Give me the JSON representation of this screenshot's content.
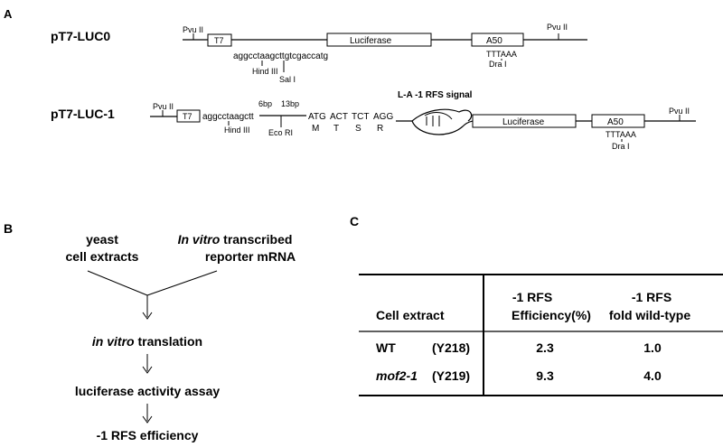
{
  "panel_a": {
    "label": "A",
    "luc0": {
      "name": "pT7-LUC0",
      "pvu_left": "Pvu II",
      "t7": "T7",
      "luciferase": "Luciferase",
      "a50": "A50",
      "pvu_right": "Pvu II",
      "seq": "aggcctaagcttgtcgaccatg",
      "hind": "Hind III",
      "sal": "Sal I",
      "ttt": "TTTAAA",
      "dra": "Dra I"
    },
    "luc1": {
      "name": "pT7-LUC-1",
      "pvu_left": "Pvu II",
      "t7": "T7",
      "seq": "aggcctaagctt",
      "hind": "Hind III",
      "bp6": "6bp",
      "bp13": "13bp",
      "eco": "Eco RI",
      "codons": [
        "ATG",
        "ACT",
        "TCT",
        "AGG"
      ],
      "aminos": [
        "M",
        "T",
        "S",
        "R"
      ],
      "signal": "L-A -1 RFS signal",
      "luciferase": "Luciferase",
      "a50": "A50",
      "pvu_right": "Pvu II",
      "ttt": "TTTAAA",
      "dra": "Dra I"
    }
  },
  "panel_b": {
    "label": "B",
    "yeast": [
      "yeast",
      "cell extracts"
    ],
    "invitro_italic": "In vitro",
    "transcribed": " transcribed",
    "reporter": "reporter mRNA",
    "translation_italic": "in vitro",
    "translation": " translation",
    "assay": "luciferase activity assay",
    "efficiency": "-1 RFS efficiency"
  },
  "panel_c": {
    "label": "C",
    "col_extract": "Cell extract",
    "col_eff": [
      "-1 RFS",
      "Efficiency(%)"
    ],
    "col_fold": [
      "-1 RFS",
      "fold wild-type"
    ],
    "rows": [
      {
        "name": "WT",
        "strain": "(Y218)",
        "eff": "2.3",
        "fold": "1.0",
        "italic": false
      },
      {
        "name": "mof2-1",
        "strain": "(Y219)",
        "eff": "9.3",
        "fold": "4.0",
        "italic": true
      }
    ]
  }
}
